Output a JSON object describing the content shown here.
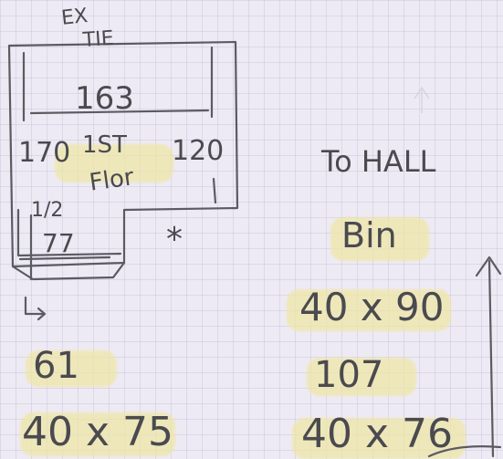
{
  "plan": {
    "ext_label_line1": "EX",
    "ext_label_line2": "TIE",
    "top_width": "163",
    "left_height": "170",
    "first_floor_line1": "1ST",
    "first_floor_line2": "Flor",
    "right_height": "120",
    "half_label": "1/2",
    "bottom_width": "77",
    "star": "*",
    "arrow": "→",
    "width_dim": "61",
    "size_dim": "40 x 75"
  },
  "right_notes": {
    "title": "To HALL",
    "item1": "Bin",
    "item2": "40 x 90",
    "item3": "107",
    "item4": "40 x 76"
  }
}
